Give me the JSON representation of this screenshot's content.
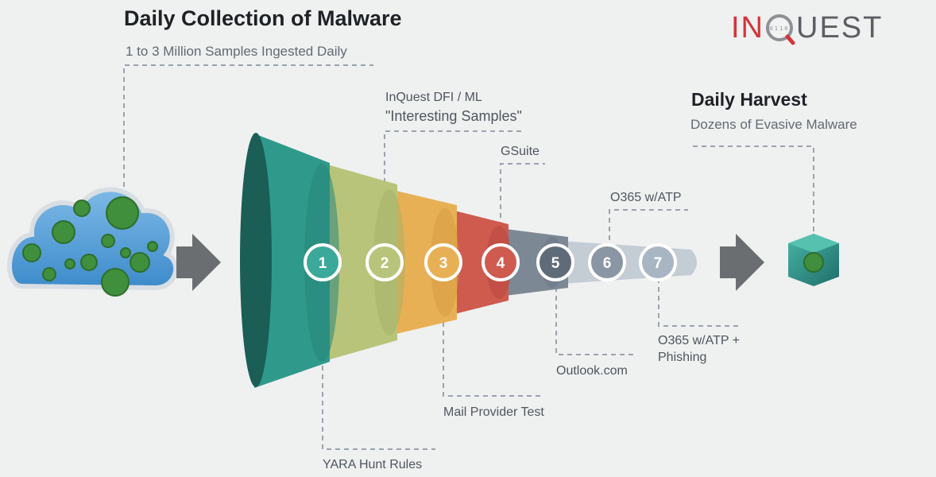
{
  "header": {
    "title": "Daily Collection of Malware",
    "subtitle": "1 to 3 Million Samples Ingested Daily"
  },
  "logo": {
    "prefix": "IN",
    "suffix": "UEST"
  },
  "harvest": {
    "title": "Daily Harvest",
    "subtitle": "Dozens of Evasive Malware"
  },
  "stages": [
    {
      "number": "1",
      "label": "YARA Hunt Rules",
      "color": "#3aa99a"
    },
    {
      "number": "2",
      "label": "InQuest DFI / ML",
      "label2": "\"Interesting Samples\"",
      "color": "#b8c47a"
    },
    {
      "number": "3",
      "label": "Mail Provider Test",
      "color": "#e8b055"
    },
    {
      "number": "4",
      "label": "GSuite",
      "color": "#cf5a4e"
    },
    {
      "number": "5",
      "label": "Outlook.com",
      "color": "#5f6b78"
    },
    {
      "number": "6",
      "label": "O365 w/ATP",
      "color": "#8a96a3"
    },
    {
      "number": "7",
      "label": "O365 w/ATP +",
      "label2": "Phishing",
      "color": "#a8b6c4"
    }
  ],
  "colors": {
    "cloud": "#5aa2d8",
    "virus": "#3f8f3c",
    "arrow": "#6b6e70",
    "dash": "#9aa4ad",
    "cube": "#2a8f8b"
  },
  "icons": [
    "cloud-icon",
    "virus-icon",
    "arrow-right-icon",
    "magnifier-icon",
    "cube-icon"
  ]
}
